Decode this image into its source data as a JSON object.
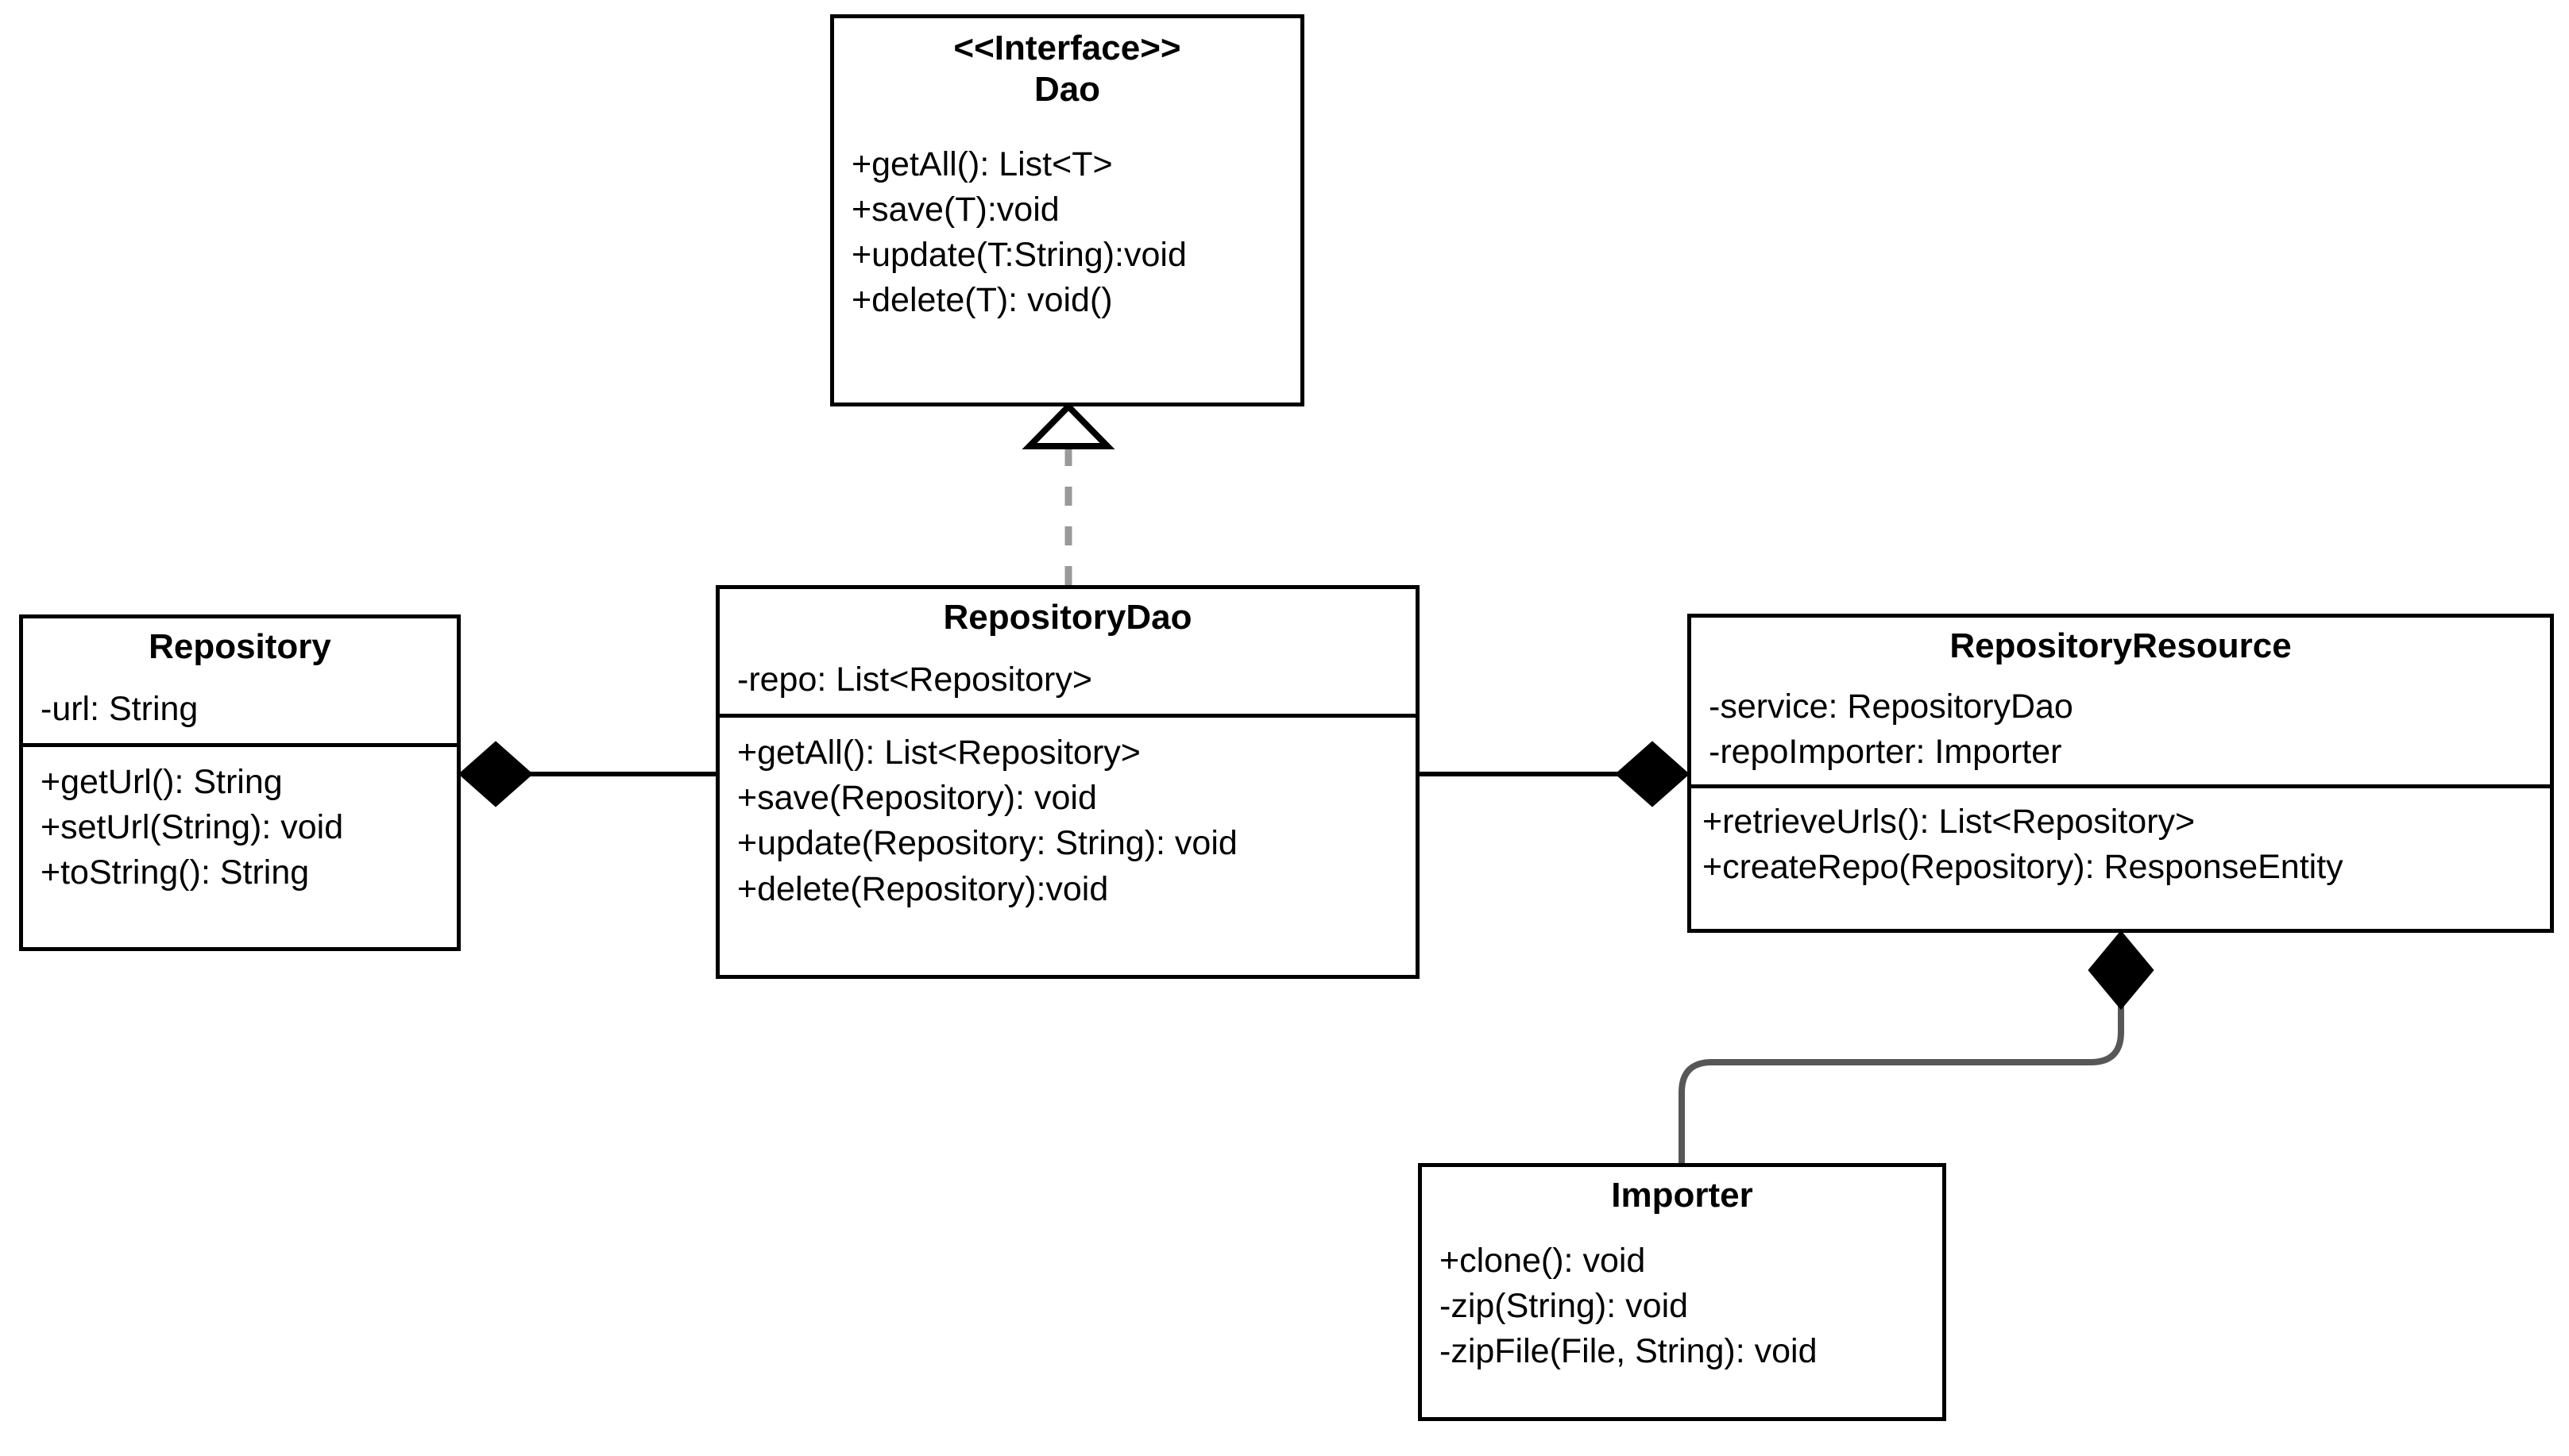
{
  "diagram": {
    "kind": "uml-class-diagram",
    "colors": {
      "background": "#ffffff",
      "stroke": "#000000",
      "dashed_relation": "#9a9a9a",
      "fill": "#ffffff"
    }
  },
  "classes": {
    "dao": {
      "stereotype": "<<Interface>>",
      "name": "Dao",
      "attributes": [],
      "methods": [
        "+getAll(): List<T>",
        "+save(T):void",
        "+update(T:String):void",
        "+delete(T): void()"
      ]
    },
    "repository": {
      "name": "Repository",
      "attributes": [
        "-url: String"
      ],
      "methods": [
        "+getUrl(): String",
        "+setUrl(String): void",
        "+toString(): String"
      ]
    },
    "repository_dao": {
      "name": "RepositoryDao",
      "attributes": [
        "-repo: List<Repository>"
      ],
      "methods": [
        "+getAll(): List<Repository>",
        "+save(Repository): void",
        "+update(Repository: String): void",
        "+delete(Repository):void"
      ]
    },
    "repository_resource": {
      "name": "RepositoryResource",
      "attributes": [
        "-service: RepositoryDao",
        "-repoImporter: Importer"
      ],
      "methods": [
        "+retrieveUrls(): List<Repository>",
        "+createRepo(Repository): ResponseEntity"
      ]
    },
    "importer": {
      "name": "Importer",
      "attributes": [],
      "methods": [
        "+clone(): void",
        "-zip(String): void",
        "-zipFile(File, String): void"
      ]
    }
  },
  "relationships": [
    {
      "id": "realization-dao",
      "type": "realization",
      "from": "repository_dao",
      "to": "dao",
      "line": "dashed",
      "arrowhead": "hollow-triangle"
    },
    {
      "id": "composition-repository",
      "type": "composition",
      "from": "repository",
      "to": "repository_dao",
      "line": "solid",
      "arrowhead": "filled-diamond"
    },
    {
      "id": "composition-resource",
      "type": "composition",
      "from": "repository_resource",
      "to": "repository_dao",
      "line": "solid",
      "arrowhead": "filled-diamond"
    },
    {
      "id": "composition-importer",
      "type": "composition",
      "from": "repository_resource",
      "to": "importer",
      "line": "solid",
      "arrowhead": "filled-diamond"
    }
  ]
}
